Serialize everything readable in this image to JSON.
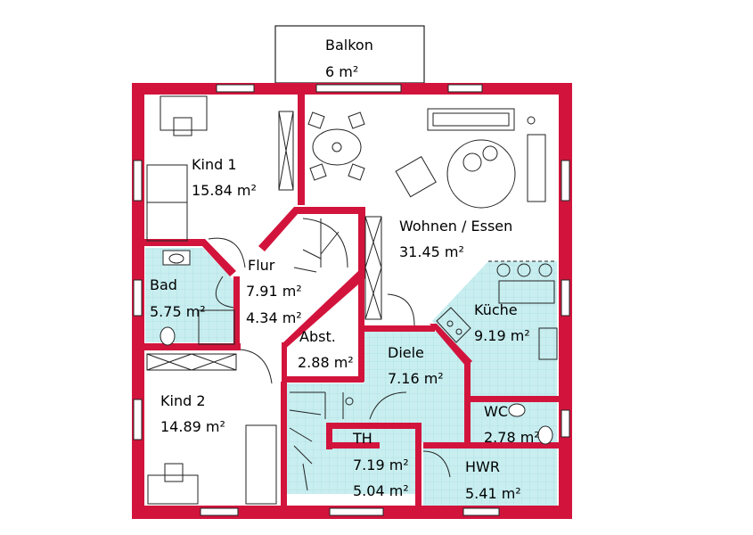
{
  "rooms": [
    {
      "id": "balkon",
      "name": "Balkon",
      "area": "6 m²"
    },
    {
      "id": "kind1",
      "name": "Kind 1",
      "area": "15.84 m²"
    },
    {
      "id": "wohnen",
      "name": "Wohnen / Essen",
      "area": "31.45 m²"
    },
    {
      "id": "flur",
      "name": "Flur",
      "area": "7.91 m²",
      "area2": "4.34 m²"
    },
    {
      "id": "bad",
      "name": "Bad",
      "area": "5.75 m²"
    },
    {
      "id": "kueche",
      "name": "Küche",
      "area": "9.19 m²"
    },
    {
      "id": "abst",
      "name": "Abst.",
      "area": "2.88 m²"
    },
    {
      "id": "diele",
      "name": "Diele",
      "area": "7.16 m²"
    },
    {
      "id": "kind2",
      "name": "Kind 2",
      "area": "14.89 m²"
    },
    {
      "id": "wc",
      "name": "WC",
      "area": "2.78 m²"
    },
    {
      "id": "th",
      "name": "TH",
      "area": "7.19 m²",
      "area2": "5.04 m²"
    },
    {
      "id": "hwr",
      "name": "HWR",
      "area": "5.41 m²"
    }
  ],
  "colors": {
    "wall": "#d2143c",
    "tile": "#c9eef0",
    "tile_grid": "#a9dfe3",
    "line": "#1a1a1a",
    "background": "#ffffff"
  }
}
